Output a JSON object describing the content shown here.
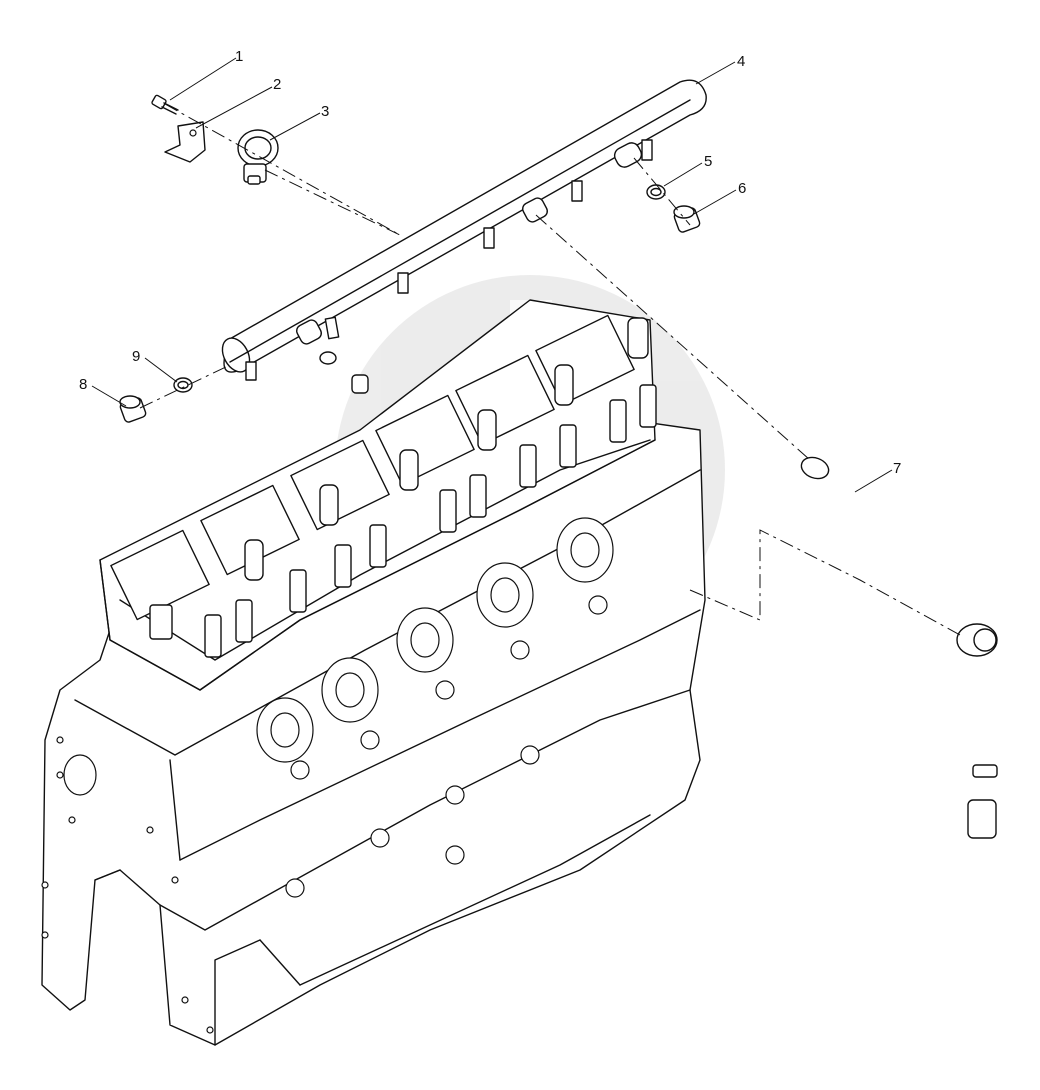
{
  "watermark": {
    "text": "deta-parts",
    "color": "#bfbfbf"
  },
  "callouts": [
    {
      "id": "1",
      "label": "1"
    },
    {
      "id": "2",
      "label": "2"
    },
    {
      "id": "3",
      "label": "3"
    },
    {
      "id": "4",
      "label": "4"
    },
    {
      "id": "5",
      "label": "5"
    },
    {
      "id": "6",
      "label": "6"
    },
    {
      "id": "7",
      "label": "7"
    },
    {
      "id": "8",
      "label": "8"
    },
    {
      "id": "9",
      "label": "9"
    }
  ],
  "parts": {
    "bolt": "bolt-icon",
    "bracket": "bracket-icon",
    "clamp": "clamp-icon",
    "fuel_rail": "fuel-rail-icon",
    "seal_ring": "seal-ring-icon",
    "plug": "plug-icon",
    "fuel_pipe": "fuel-pipe-icon",
    "engine_block": "engine-block-icon"
  }
}
